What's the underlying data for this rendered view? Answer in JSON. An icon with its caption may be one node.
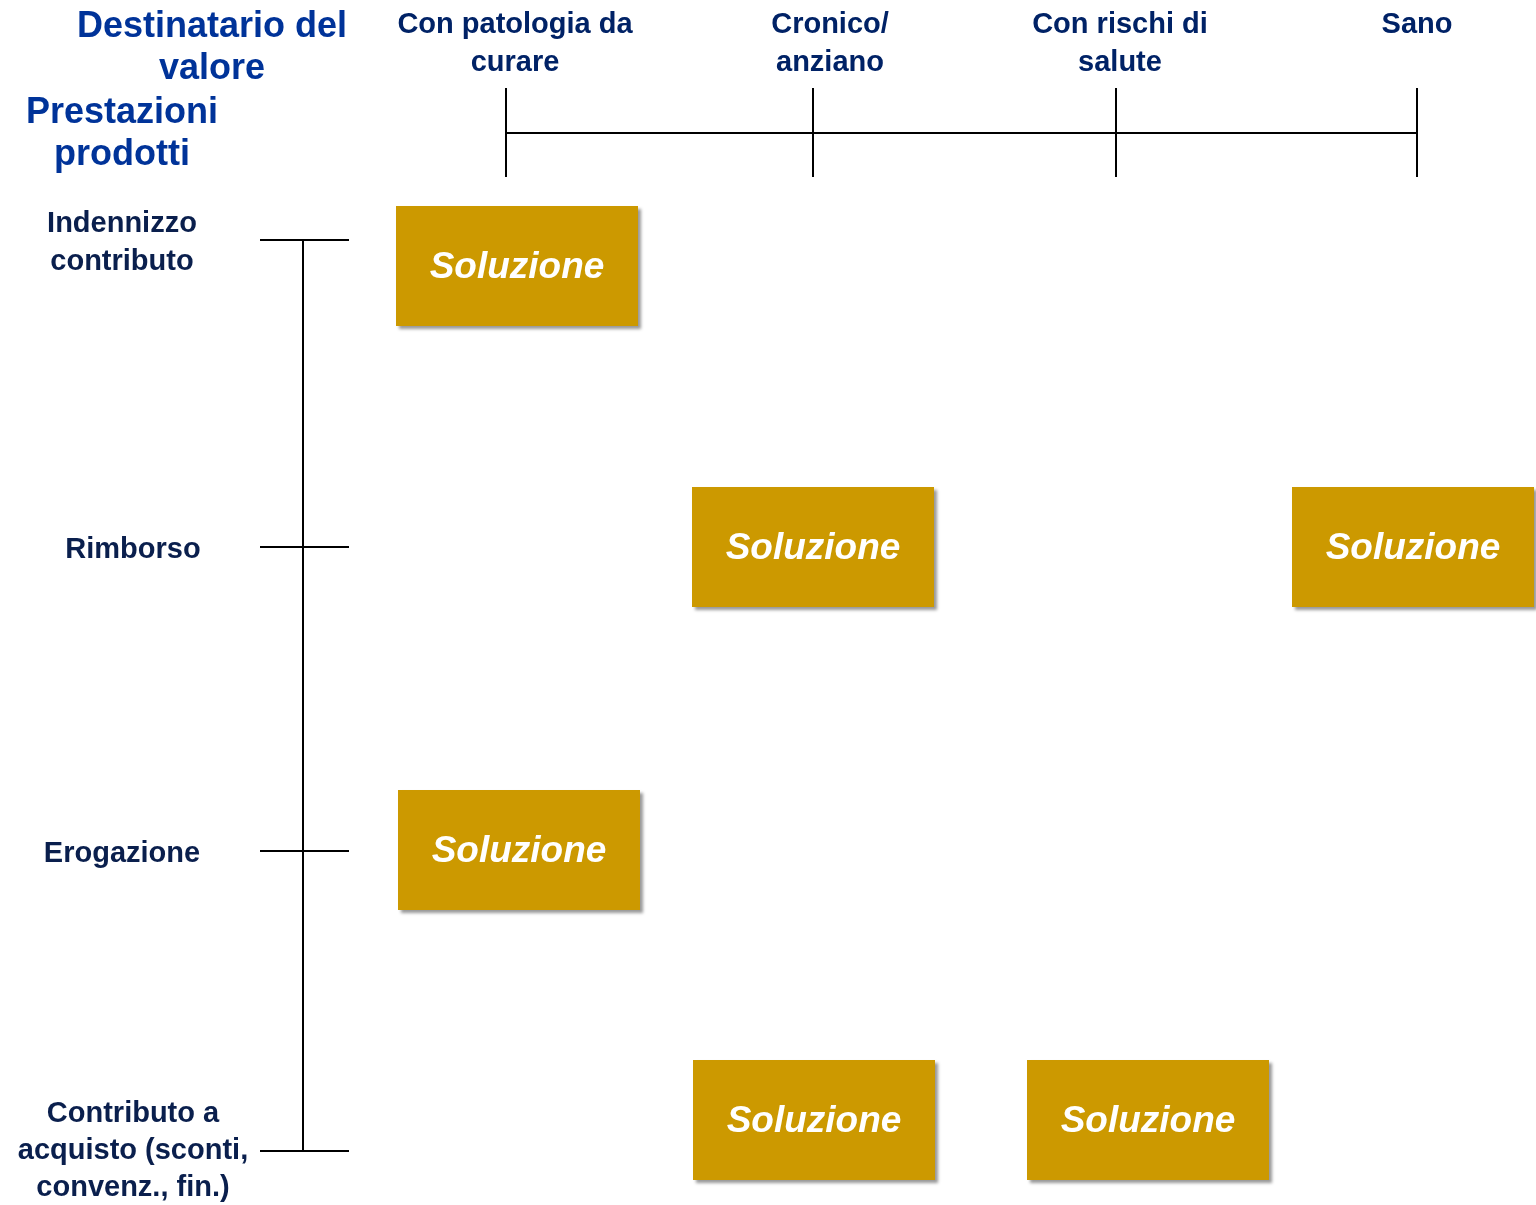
{
  "diagram": {
    "nodes": [
      {
        "text": [
          "Soluzione"
        ]
      },
      {
        "text": [
          "Soluzione"
        ]
      },
      {
        "text": [
          "Soluzione"
        ]
      },
      {
        "text": [
          "Soluzione"
        ]
      },
      {
        "text": [
          "Soluzione"
        ]
      },
      {
        "text": [
          "Soluzione"
        ]
      }
    ],
    "labels": [
      "Destinatario del valore",
      "Con patologia da curare",
      "Cronico/ anziano",
      "Con rischi di salute",
      "Sano",
      "Prestazioni prodotti",
      "Indennizzo contributo",
      "Rimborso",
      "Erogazione",
      "Contributo a acquisto (sconti, convenz., fin.)"
    ]
  }
}
